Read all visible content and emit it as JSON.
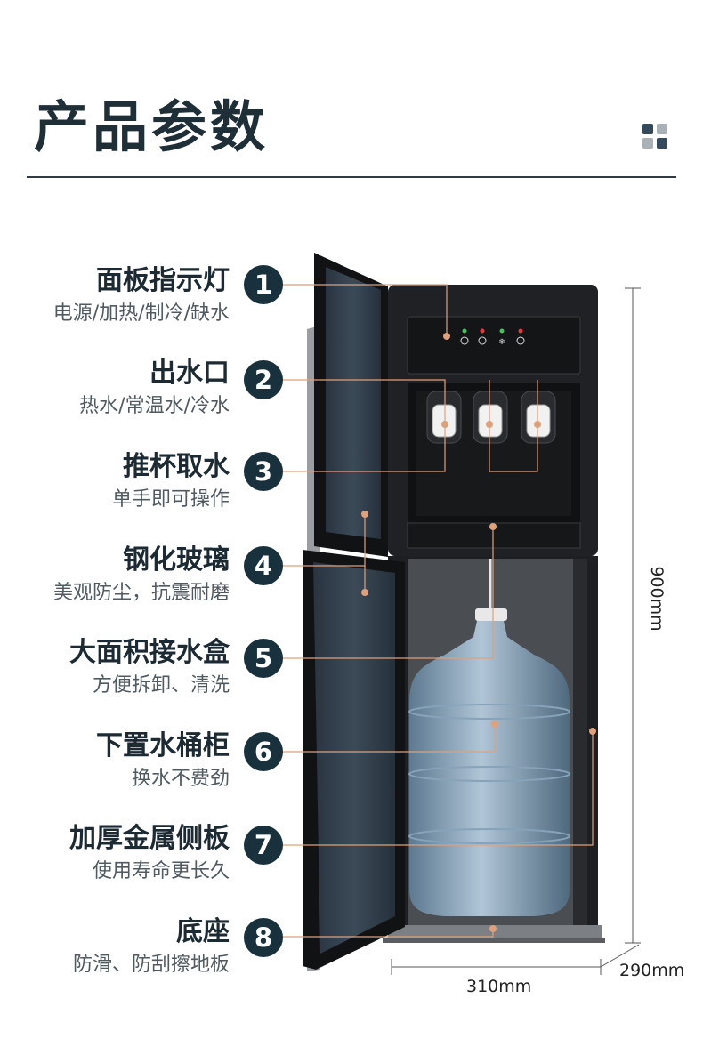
{
  "header": {
    "title": "产品参数"
  },
  "features": [
    {
      "number": "1",
      "title": "面板指示灯",
      "subtitle": "电源/加热/制冷/缺水"
    },
    {
      "number": "2",
      "title": "出水口",
      "subtitle": "热水/常温水/冷水"
    },
    {
      "number": "3",
      "title": "推杯取水",
      "subtitle": "单手即可操作"
    },
    {
      "number": "4",
      "title": "钢化玻璃",
      "subtitle": "美观防尘，抗震耐磨"
    },
    {
      "number": "5",
      "title": "大面积接水盒",
      "subtitle": "方便拆卸、清洗"
    },
    {
      "number": "6",
      "title": "下置水桶柜",
      "subtitle": "换水不费劲"
    },
    {
      "number": "7",
      "title": "加厚金属侧板",
      "subtitle": "使用寿命更长久"
    },
    {
      "number": "8",
      "title": "底座",
      "subtitle": "防滑、防刮擦地板"
    }
  ],
  "dimensions": {
    "height": "900mm",
    "width": "310mm",
    "depth": "290mm"
  },
  "colors": {
    "accent_line": "#e0a07a",
    "badge": "#18313d",
    "body": "#1e1f22"
  }
}
